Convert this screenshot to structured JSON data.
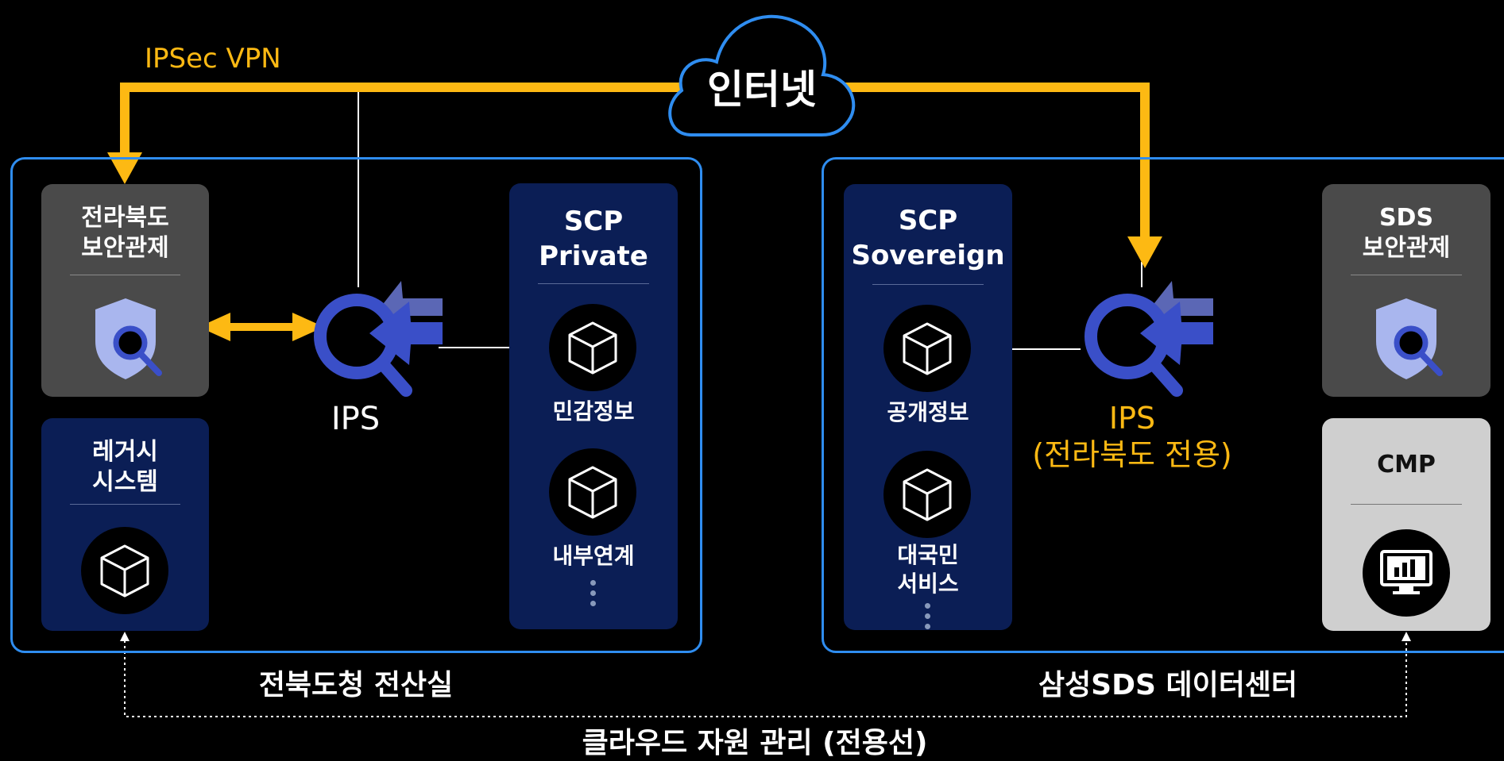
{
  "colors": {
    "vpn": "#fdb913",
    "zone_border": "#2f8df0",
    "ips_blue": "#3a4fc8",
    "navy_card": "#0b1e55",
    "gray_card": "#4a4a4a"
  },
  "cloud": {
    "label": "인터넷"
  },
  "vpn": {
    "label": "IPSec VPN"
  },
  "left_zone": {
    "label": "전북도청 전산실",
    "security_card": {
      "title": "전라북도\n보안관제",
      "icon": "shield-search-icon"
    },
    "legacy_card": {
      "title": "레거시\n시스템",
      "icon": "cube-icon"
    },
    "ips": {
      "label": "IPS",
      "icon": "ips-magnifier-icon"
    },
    "scp_card": {
      "title": "SCP\nPrivate",
      "nodes": [
        "민감정보",
        "내부연계"
      ]
    }
  },
  "right_zone": {
    "label": "삼성SDS 데이터센터",
    "scp_card": {
      "title": "SCP\nSovereign",
      "nodes": [
        "공개정보",
        "대국민\n서비스"
      ]
    },
    "ips": {
      "label": "IPS\n(전라북도 전용)",
      "icon": "ips-magnifier-icon"
    },
    "security_card": {
      "title": "SDS\n보안관제",
      "icon": "shield-search-icon"
    },
    "cmp_card": {
      "title": "CMP",
      "icon": "monitor-chart-icon"
    }
  },
  "dedicated_line": {
    "label": "클라우드 자원 관리 (전용선)"
  }
}
